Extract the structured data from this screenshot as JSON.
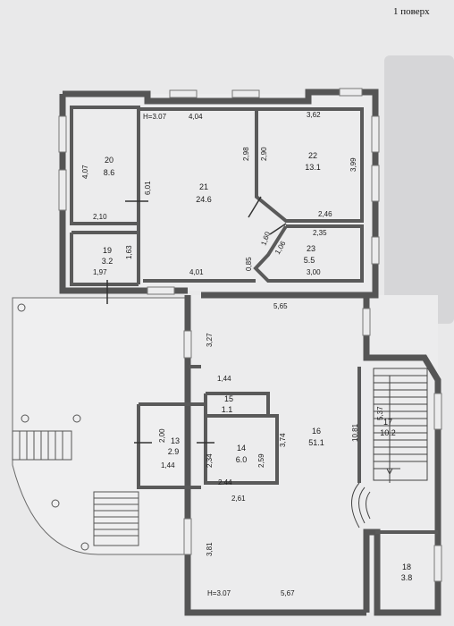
{
  "sheet": {
    "title": "1 поверх"
  },
  "rooms": [
    {
      "id": "20",
      "area": "8.6"
    },
    {
      "id": "21",
      "area": "24.6"
    },
    {
      "id": "22",
      "area": "13.1"
    },
    {
      "id": "23",
      "area": "5.5"
    },
    {
      "id": "19",
      "area": "3.2"
    },
    {
      "id": "16",
      "area": "51.1"
    },
    {
      "id": "15",
      "area": "1.1"
    },
    {
      "id": "13",
      "area": "2.9"
    },
    {
      "id": "14",
      "area": "6.0"
    },
    {
      "id": "17",
      "area": "10.2"
    },
    {
      "id": "18",
      "area": "3.8"
    }
  ],
  "dimensions": {
    "h_top": "H=3.07",
    "d_404": "4,04",
    "d_362": "3,62",
    "d_407": "4,07",
    "d_601": "6,01",
    "d_298": "2,98",
    "d_290": "2,90",
    "d_399": "3,99",
    "d_210": "2,10",
    "d_246": "2,46",
    "d_235": "2,35",
    "d_160": "1,60",
    "d_106": "1,06",
    "d_163": "1,63",
    "d_197": "1,97",
    "d_401": "4,01",
    "d_085": "0,85",
    "d_300": "3,00",
    "d_565": "5,65",
    "d_327": "3,27",
    "d_144a": "1,44",
    "d_537": "5,37",
    "d_1081": "10,81",
    "d_200": "2,00",
    "d_234": "2,34",
    "d_259": "2,59",
    "d_374": "3,74",
    "d_144b": "1,44",
    "d_244": "2.44",
    "d_261": "2,61",
    "d_381": "3,81",
    "h_bottom": "H=3.07",
    "d_567": "5,67"
  },
  "colors": {
    "wall": "#5a5a5a",
    "paper": "#e9e9ea",
    "floor": "#ececed",
    "tab": "#d9d9db"
  }
}
